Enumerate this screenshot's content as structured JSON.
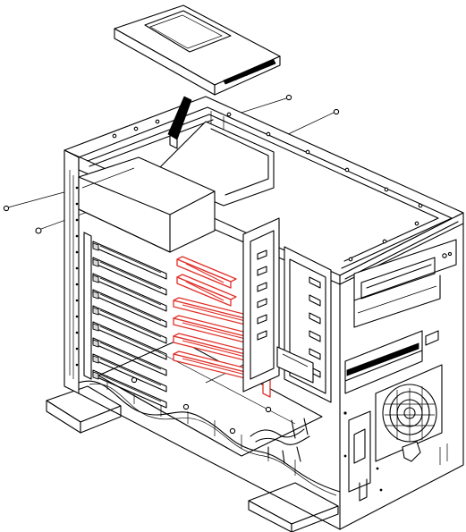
{
  "figure": {
    "subject": "tower-chassis-exploded-view",
    "colors": {
      "line": "#000000",
      "background": "#ffffff",
      "highlight": "#e0302a"
    },
    "highlighted_part": "pci-expansion-slots",
    "pci_slot_count": 6,
    "rear_slot_cover_count": 9,
    "screw_count": 4
  }
}
